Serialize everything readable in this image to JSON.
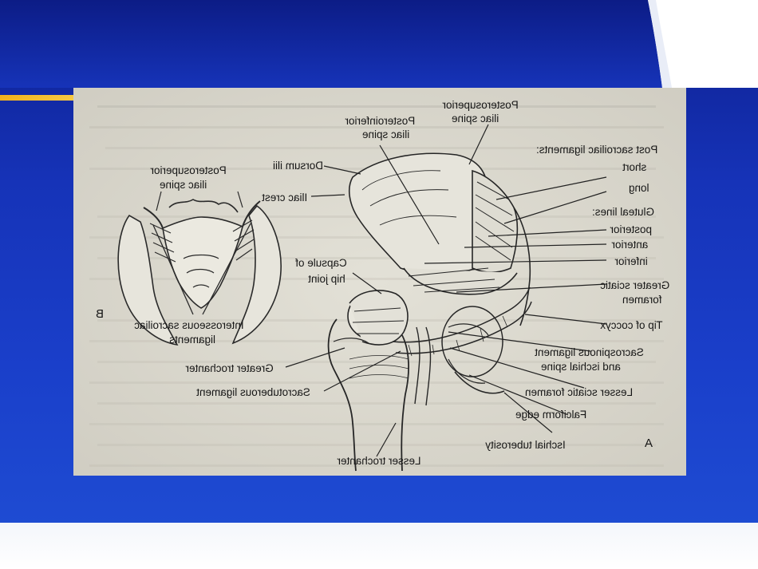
{
  "figure": {
    "panel_labels": {
      "a": "A",
      "b": "B"
    },
    "labels": {
      "posterosuperior_iliac_spine_right": [
        "Posterosuperior",
        "iliac spine"
      ],
      "posteroinferior_iliac_spine": [
        "Posteroinferior",
        "iliac spine"
      ],
      "post_sacroiliac_ligaments": "Post sacroiliac ligaments:",
      "short": "short",
      "long": "long",
      "gluteal_lines": "Gluteal lines:",
      "posterior": "posterior",
      "anterior": "anterior",
      "inferior": "inferior",
      "greater_sciatic_foramen": [
        "Greater sciatic",
        "foramen"
      ],
      "tip_of_coccyx": "Tip of coccyx",
      "sacrospinous_ligament": [
        "Sacrospinous ligament",
        "and ischial spine"
      ],
      "lesser_sciatic_foramen": "Lesser sciatic foramen",
      "falciform_edge": "Falciform edge",
      "ischial_tuberosity": "Ischial tuberosity",
      "lesser_trochanter": "Lesser trochanter",
      "sacrotuberous_ligament": "Sacrotuberous ligament",
      "greater_trochanter": "Greater trochanter",
      "capsule_of_hip_joint": [
        "Capsule of",
        "hip joint"
      ],
      "iliac_crest": "Iliac crest",
      "dorsum_ilii": "Dorsum ilii",
      "posterosuperior_iliac_spine_left": [
        "Posterosuperior",
        "iliac spine"
      ],
      "interosseous_sacroiliac_ligaments": [
        "Interosseous sacroiliac",
        "ligaments"
      ]
    }
  }
}
